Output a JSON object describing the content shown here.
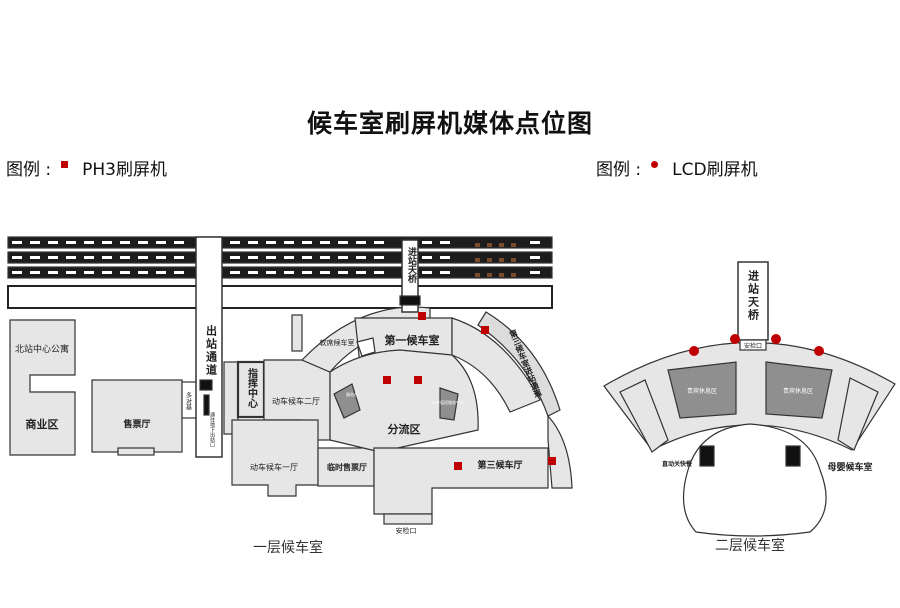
{
  "title": "候车室刷屏机媒体点位图",
  "legend": {
    "ph3": {
      "label": "图例 :",
      "text": "PH3刷屏机",
      "color": "#c00000"
    },
    "lcd": {
      "label": "图例 :",
      "text": "LCD刷屏机",
      "color": "#c00000"
    }
  },
  "floor1": {
    "caption": "一层候车室",
    "labels": {
      "north_center": "北站中心公寓",
      "business": "商业区",
      "ticket_hall": "售票厅",
      "exit_passage": "出站通道",
      "multi_bay": "多对基",
      "command_center": "指挥中心",
      "soft_waiting": "软席候车室",
      "first_waiting": "第一候车室",
      "third_passage": "第三候车室进站通道",
      "emu_two": "动车候车二厅",
      "emu_one": "动车候车一厅",
      "temp_ticket": "临时售票厅",
      "distribution": "分流区",
      "third_hall": "第三候车厅",
      "security": "安检口",
      "entry_bridge": "进站天桥",
      "small_a": "服务台",
      "small_b": "公安值班服务中心",
      "small_c": "通往地下出站口"
    }
  },
  "floor2": {
    "caption": "二层候车室",
    "labels": {
      "entry_bridge": "进站天桥",
      "security": "安检口",
      "vip_left": "贵宾休息区",
      "vip_right": "贵宾休息区",
      "express": "直动关快餐",
      "mother_baby": "母婴候车室"
    }
  },
  "colors": {
    "accent": "#c00000",
    "room": "#e6e6e6",
    "dark_room": "#8f8f8f"
  }
}
